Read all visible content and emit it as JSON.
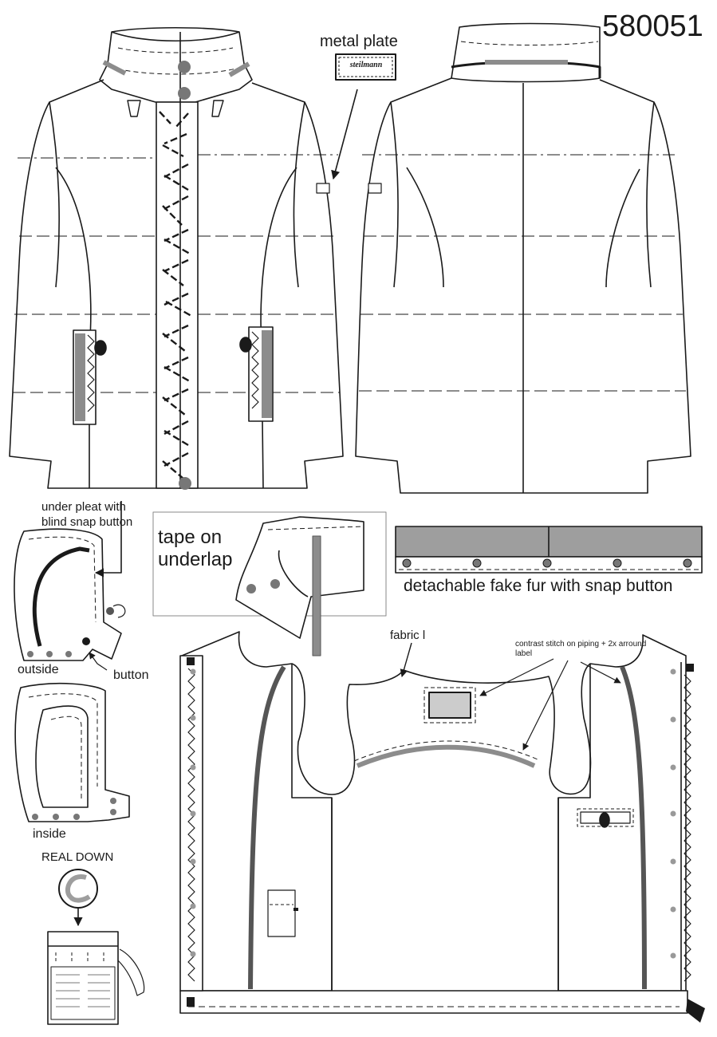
{
  "header": {
    "style_number": "580051"
  },
  "labels": {
    "metal_plate": "metal plate",
    "plate_brand": "steilmann",
    "tape_on_underlap": "tape on underlap",
    "under_pleat": "under pleat with blind snap button",
    "outside": "outside",
    "button": "button",
    "inside": "inside",
    "real_down": "REAL DOWN",
    "detachable_fur": "detachable fake fur with snap button",
    "fabric": "fabric l",
    "contrast_stitch": "contrast stitch on piping + 2x arround label"
  },
  "colors": {
    "line": "#1a1a1a",
    "gray": "#8c8c8c",
    "dark_gray": "#555555",
    "snap": "#777777"
  },
  "icons": [
    "arrow-icon",
    "snap-button-icon",
    "zipper-icon",
    "label-icon",
    "down-symbol-icon"
  ]
}
